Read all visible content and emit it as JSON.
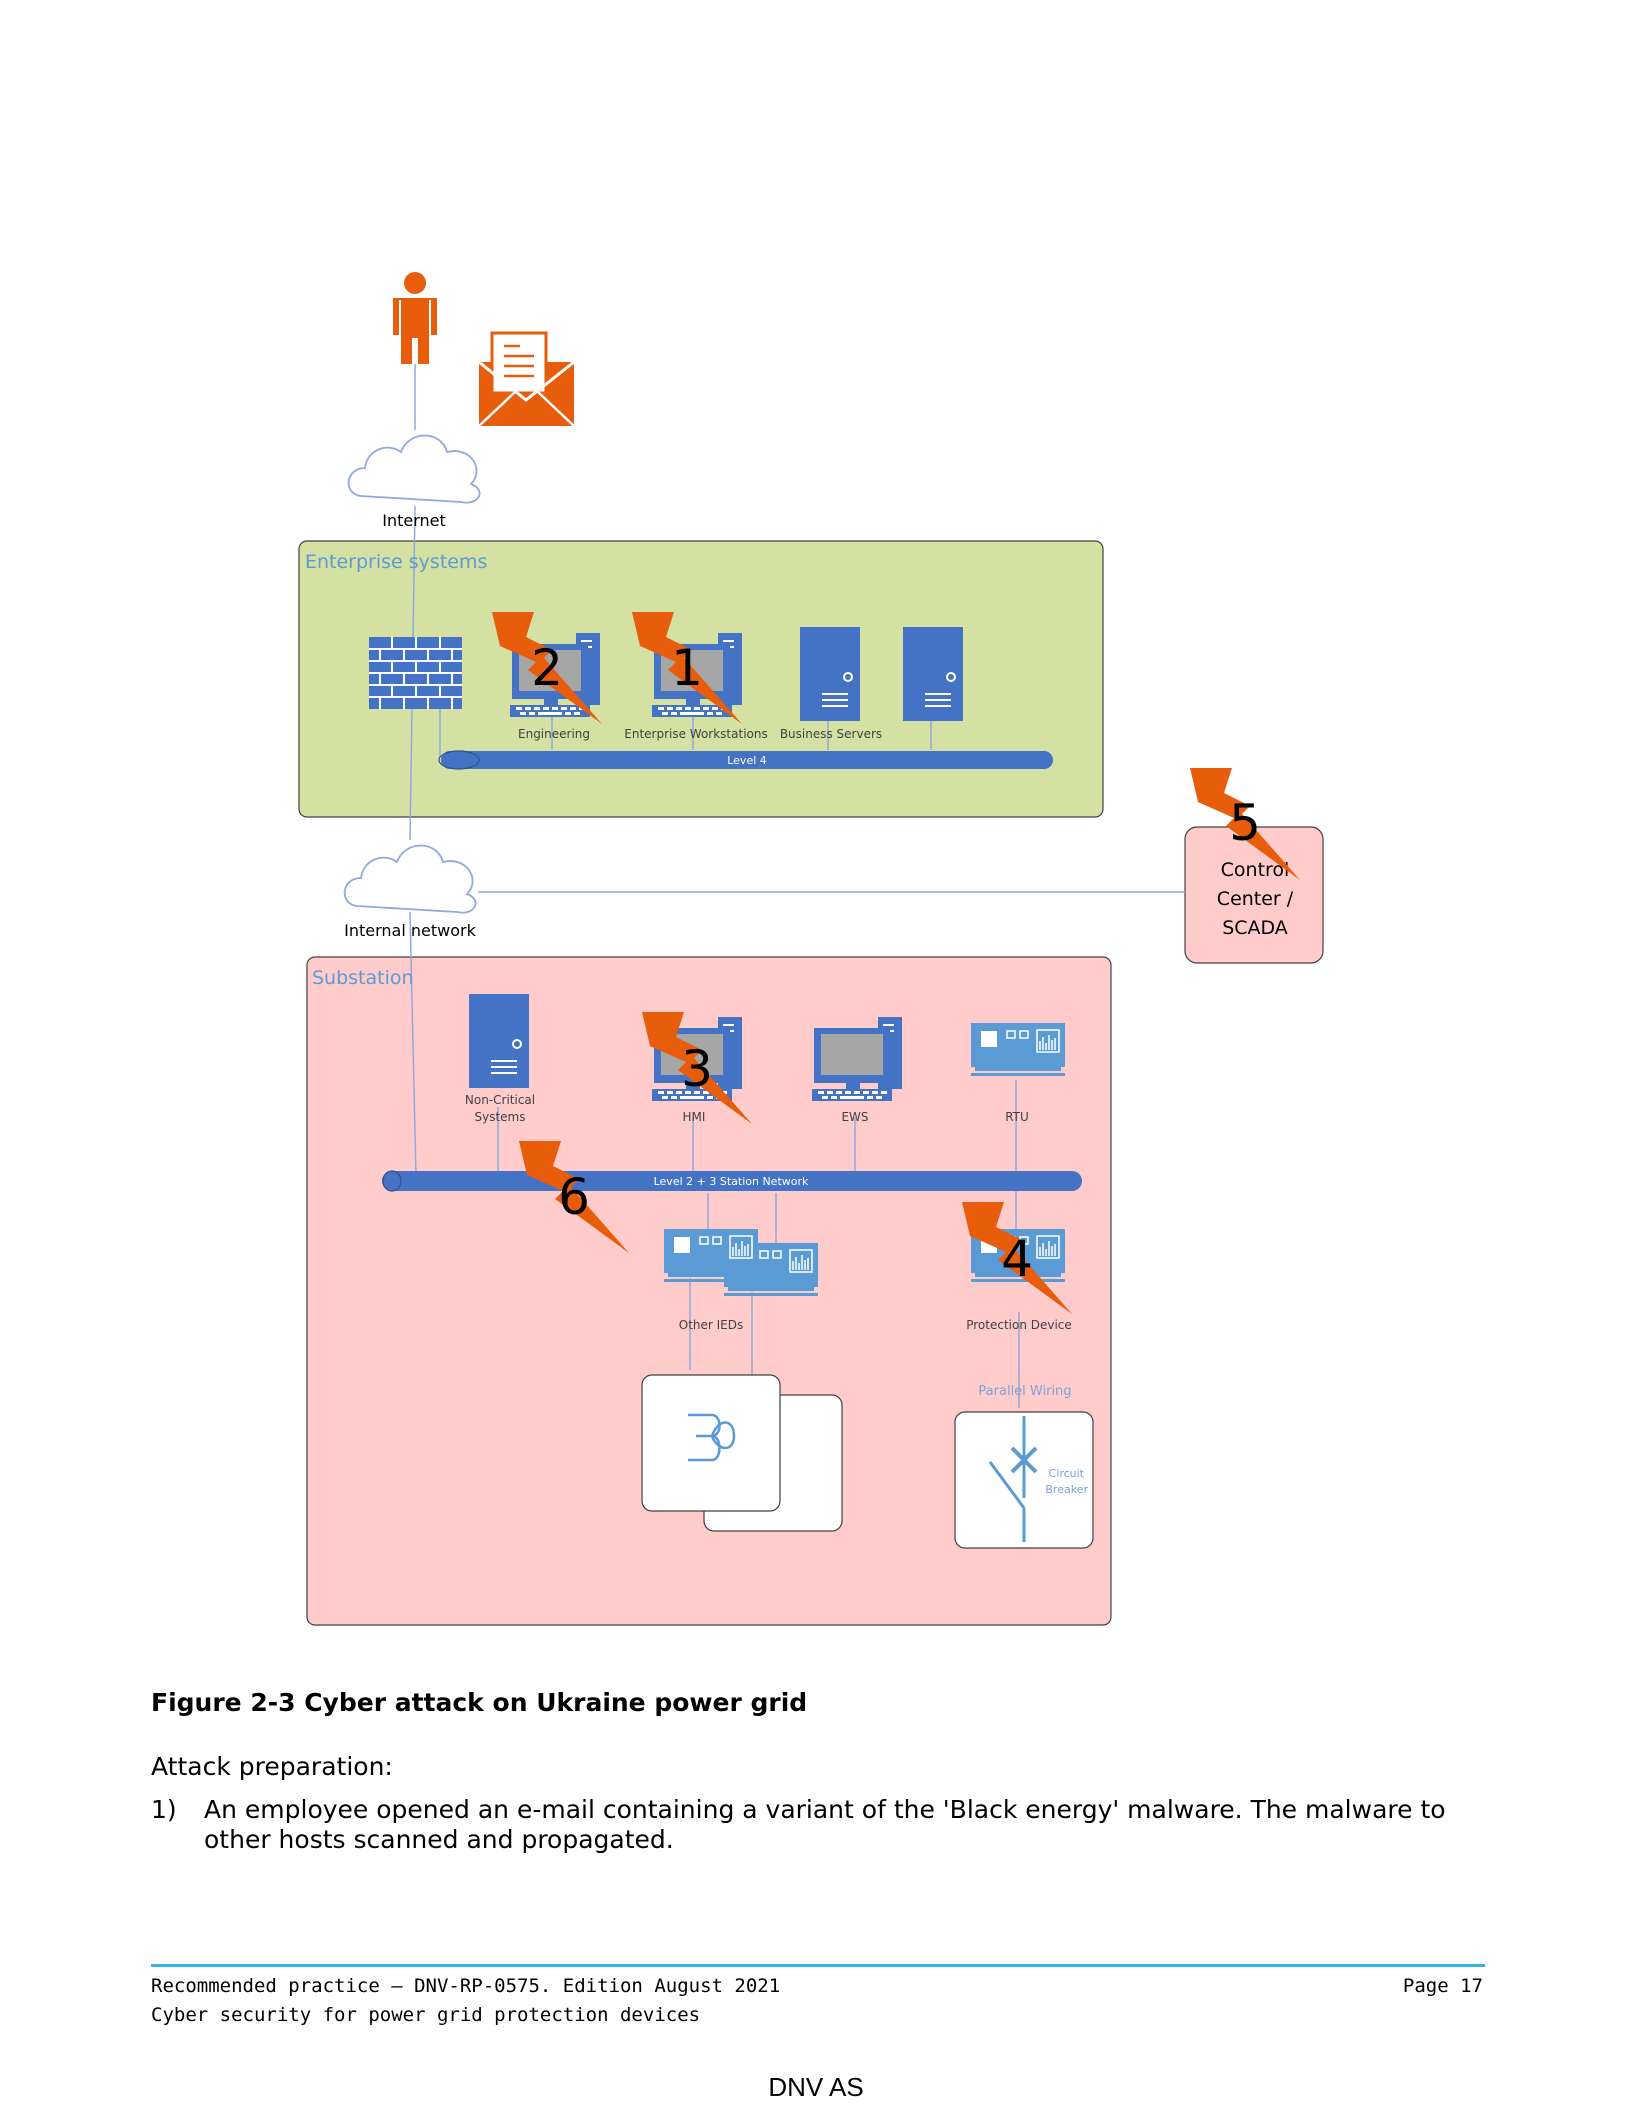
{
  "diagram": {
    "nodes": {
      "internet": "Internet",
      "internal_network": "Internal network",
      "engineering": "Engineering",
      "enterprise_workstations": "Enterprise Workstations",
      "business_servers": "Business Servers",
      "level4": "Level 4",
      "control_center_line1": "Control",
      "control_center_line2": "Center /",
      "control_center_line3": "SCADA",
      "non_critical_line1": "Non-Critical",
      "non_critical_line2": "Systems",
      "hmi": "HMI",
      "ews": "EWS",
      "rtu": "RTU",
      "station_network": "Level 2 + 3 Station Network",
      "other_ieds": "Other IEDs",
      "protection_device": "Protection Device",
      "parallel_wiring": "Parallel Wiring",
      "circuit_breaker_line1": "Circuit",
      "circuit_breaker_line2": "Breaker"
    },
    "zones": {
      "enterprise": "Enterprise systems",
      "substation": "Substation"
    },
    "attack_markers": [
      "1",
      "2",
      "3",
      "4",
      "5",
      "6"
    ],
    "colors": {
      "enterprise_zone": "#d4e1a2",
      "substation_zone": "#ffcccb",
      "device_blue": "#4472c4",
      "ied_blue": "#5b9bd5",
      "attack_orange": "#e85d0c",
      "link_line": "#8faadc"
    },
    "icons": [
      "person-icon",
      "email-icon",
      "cloud-icon",
      "firewall-icon",
      "workstation-icon",
      "server-icon",
      "ied-icon",
      "current-transformer-icon",
      "circuit-breaker-icon",
      "lightning-icon"
    ]
  },
  "caption": "Figure 2-3 Cyber attack on Ukraine power grid",
  "body": {
    "intro": "Attack preparation:",
    "list": [
      {
        "num": "1)",
        "text": "An employee opened an e-mail containing a variant of the 'Black energy' malware. The malware to other hosts scanned and propagated."
      }
    ]
  },
  "footer": {
    "left_line1": "Recommended practice — DNV-RP-0575. Edition August 2021",
    "left_line2": "Cyber security for power grid protection devices",
    "page": "Page 17",
    "org": "DNV AS"
  }
}
